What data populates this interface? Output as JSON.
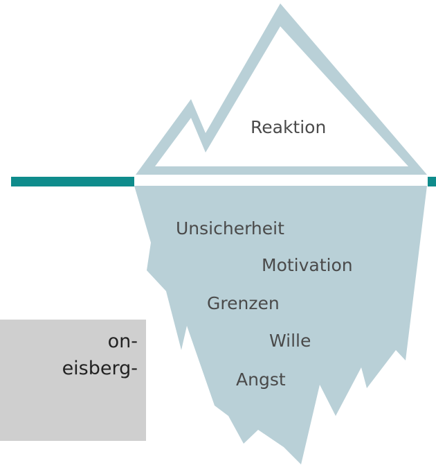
{
  "colors": {
    "ice_fill": "#b9d0d7",
    "ice_outline": "#b9d0d7",
    "tip_fill": "#ffffff",
    "waterline": "#0f8c8c",
    "label_text": "#4a4a4a",
    "caption_background": "#cfcfcf",
    "caption_text": "#222222"
  },
  "iceberg": {
    "tip_label": "Reaktion",
    "below_labels": [
      "Unsicherheit",
      "Motivation",
      "Grenzen",
      "Wille",
      "Angst"
    ]
  },
  "caption": {
    "line1": "on-",
    "line2": "eisberg-"
  }
}
